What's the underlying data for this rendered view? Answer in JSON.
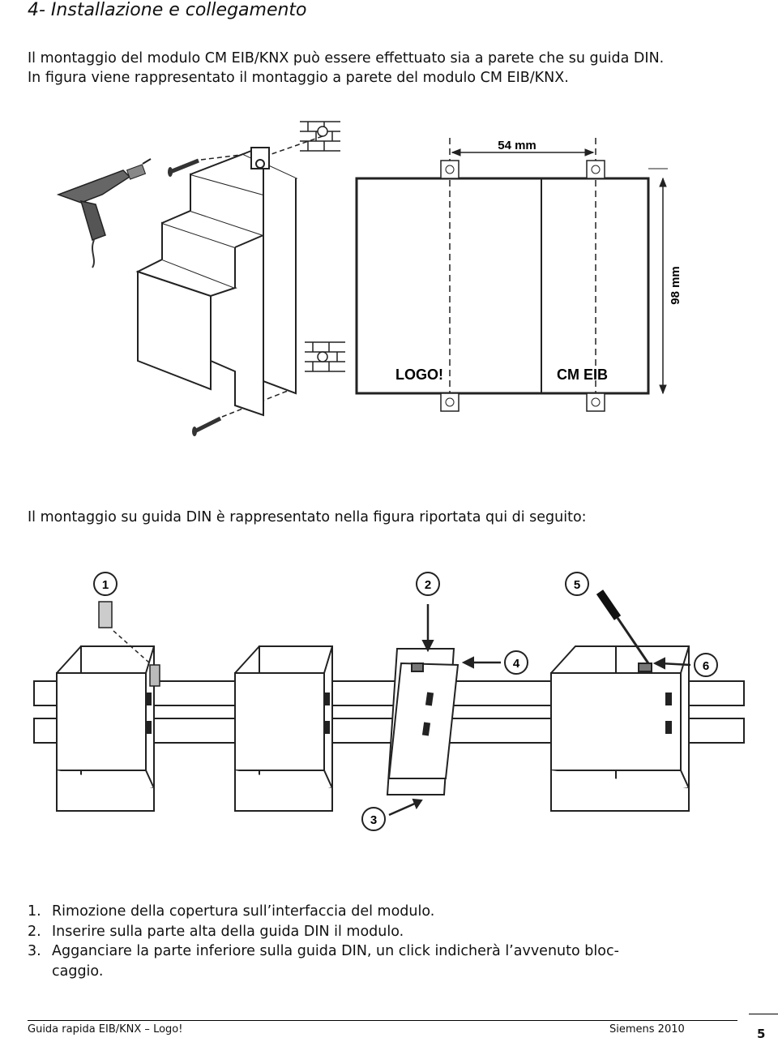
{
  "section": {
    "title": "4- Installazione e collegamento"
  },
  "intro": {
    "line1": "Il montaggio del modulo CM EIB/KNX può essere effettuato sia a parete che su guida DIN.",
    "line2": "In figura viene rappresentato il montaggio a parete del modulo CM EIB/KNX."
  },
  "wall_figure": {
    "width_label": "54 mm",
    "height_label": "98 mm",
    "logo_label": "LOGO!",
    "module_label": "CM EIB"
  },
  "din_intro": "Il montaggio su guida DIN è rappresentato nella figura riportata qui di seguito:",
  "din_figure": {
    "callouts": [
      "1",
      "2",
      "3",
      "4",
      "5",
      "6"
    ]
  },
  "steps": [
    {
      "num": "1.",
      "text": "Rimozione della copertura sull’interfaccia del modulo."
    },
    {
      "num": "2.",
      "text": "Inserire sulla parte alta della guida DIN il modulo."
    },
    {
      "num": "3.",
      "text": "Agganciare la parte inferiore sulla guida DIN, un click indicherà l’avvenuto bloc-",
      "cont": "caggio."
    }
  ],
  "footer": {
    "left": "Guida rapida EIB/KNX – Logo!",
    "right": "Siemens 2010",
    "page": "5"
  }
}
